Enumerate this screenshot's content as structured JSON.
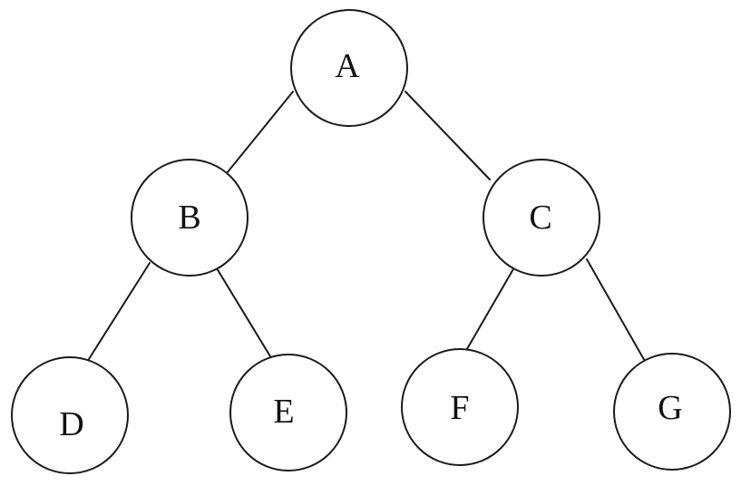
{
  "tree": {
    "nodes": [
      {
        "id": "A",
        "label": "A"
      },
      {
        "id": "B",
        "label": "B"
      },
      {
        "id": "C",
        "label": "C"
      },
      {
        "id": "D",
        "label": "D"
      },
      {
        "id": "E",
        "label": "E"
      },
      {
        "id": "F",
        "label": "F"
      },
      {
        "id": "G",
        "label": "G"
      }
    ],
    "edges": [
      {
        "from": "A",
        "to": "B"
      },
      {
        "from": "A",
        "to": "C"
      },
      {
        "from": "B",
        "to": "D"
      },
      {
        "from": "B",
        "to": "E"
      },
      {
        "from": "C",
        "to": "F"
      },
      {
        "from": "C",
        "to": "G"
      }
    ]
  }
}
